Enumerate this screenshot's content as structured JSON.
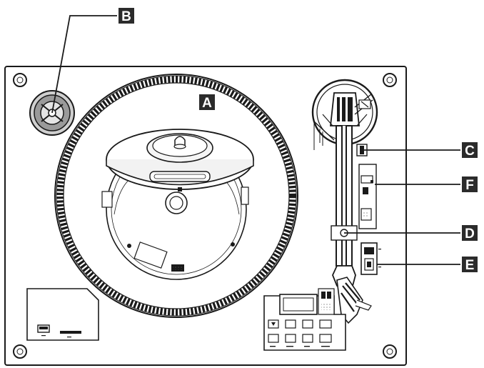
{
  "callouts": {
    "a": "A",
    "b": "B",
    "c": "C",
    "d": "D",
    "e": "E",
    "f": "F"
  },
  "colors": {
    "ink": "#1a1a1a",
    "callout_bg": "#2b2b2b",
    "callout_text": "#ffffff",
    "paper": "#ffffff"
  }
}
